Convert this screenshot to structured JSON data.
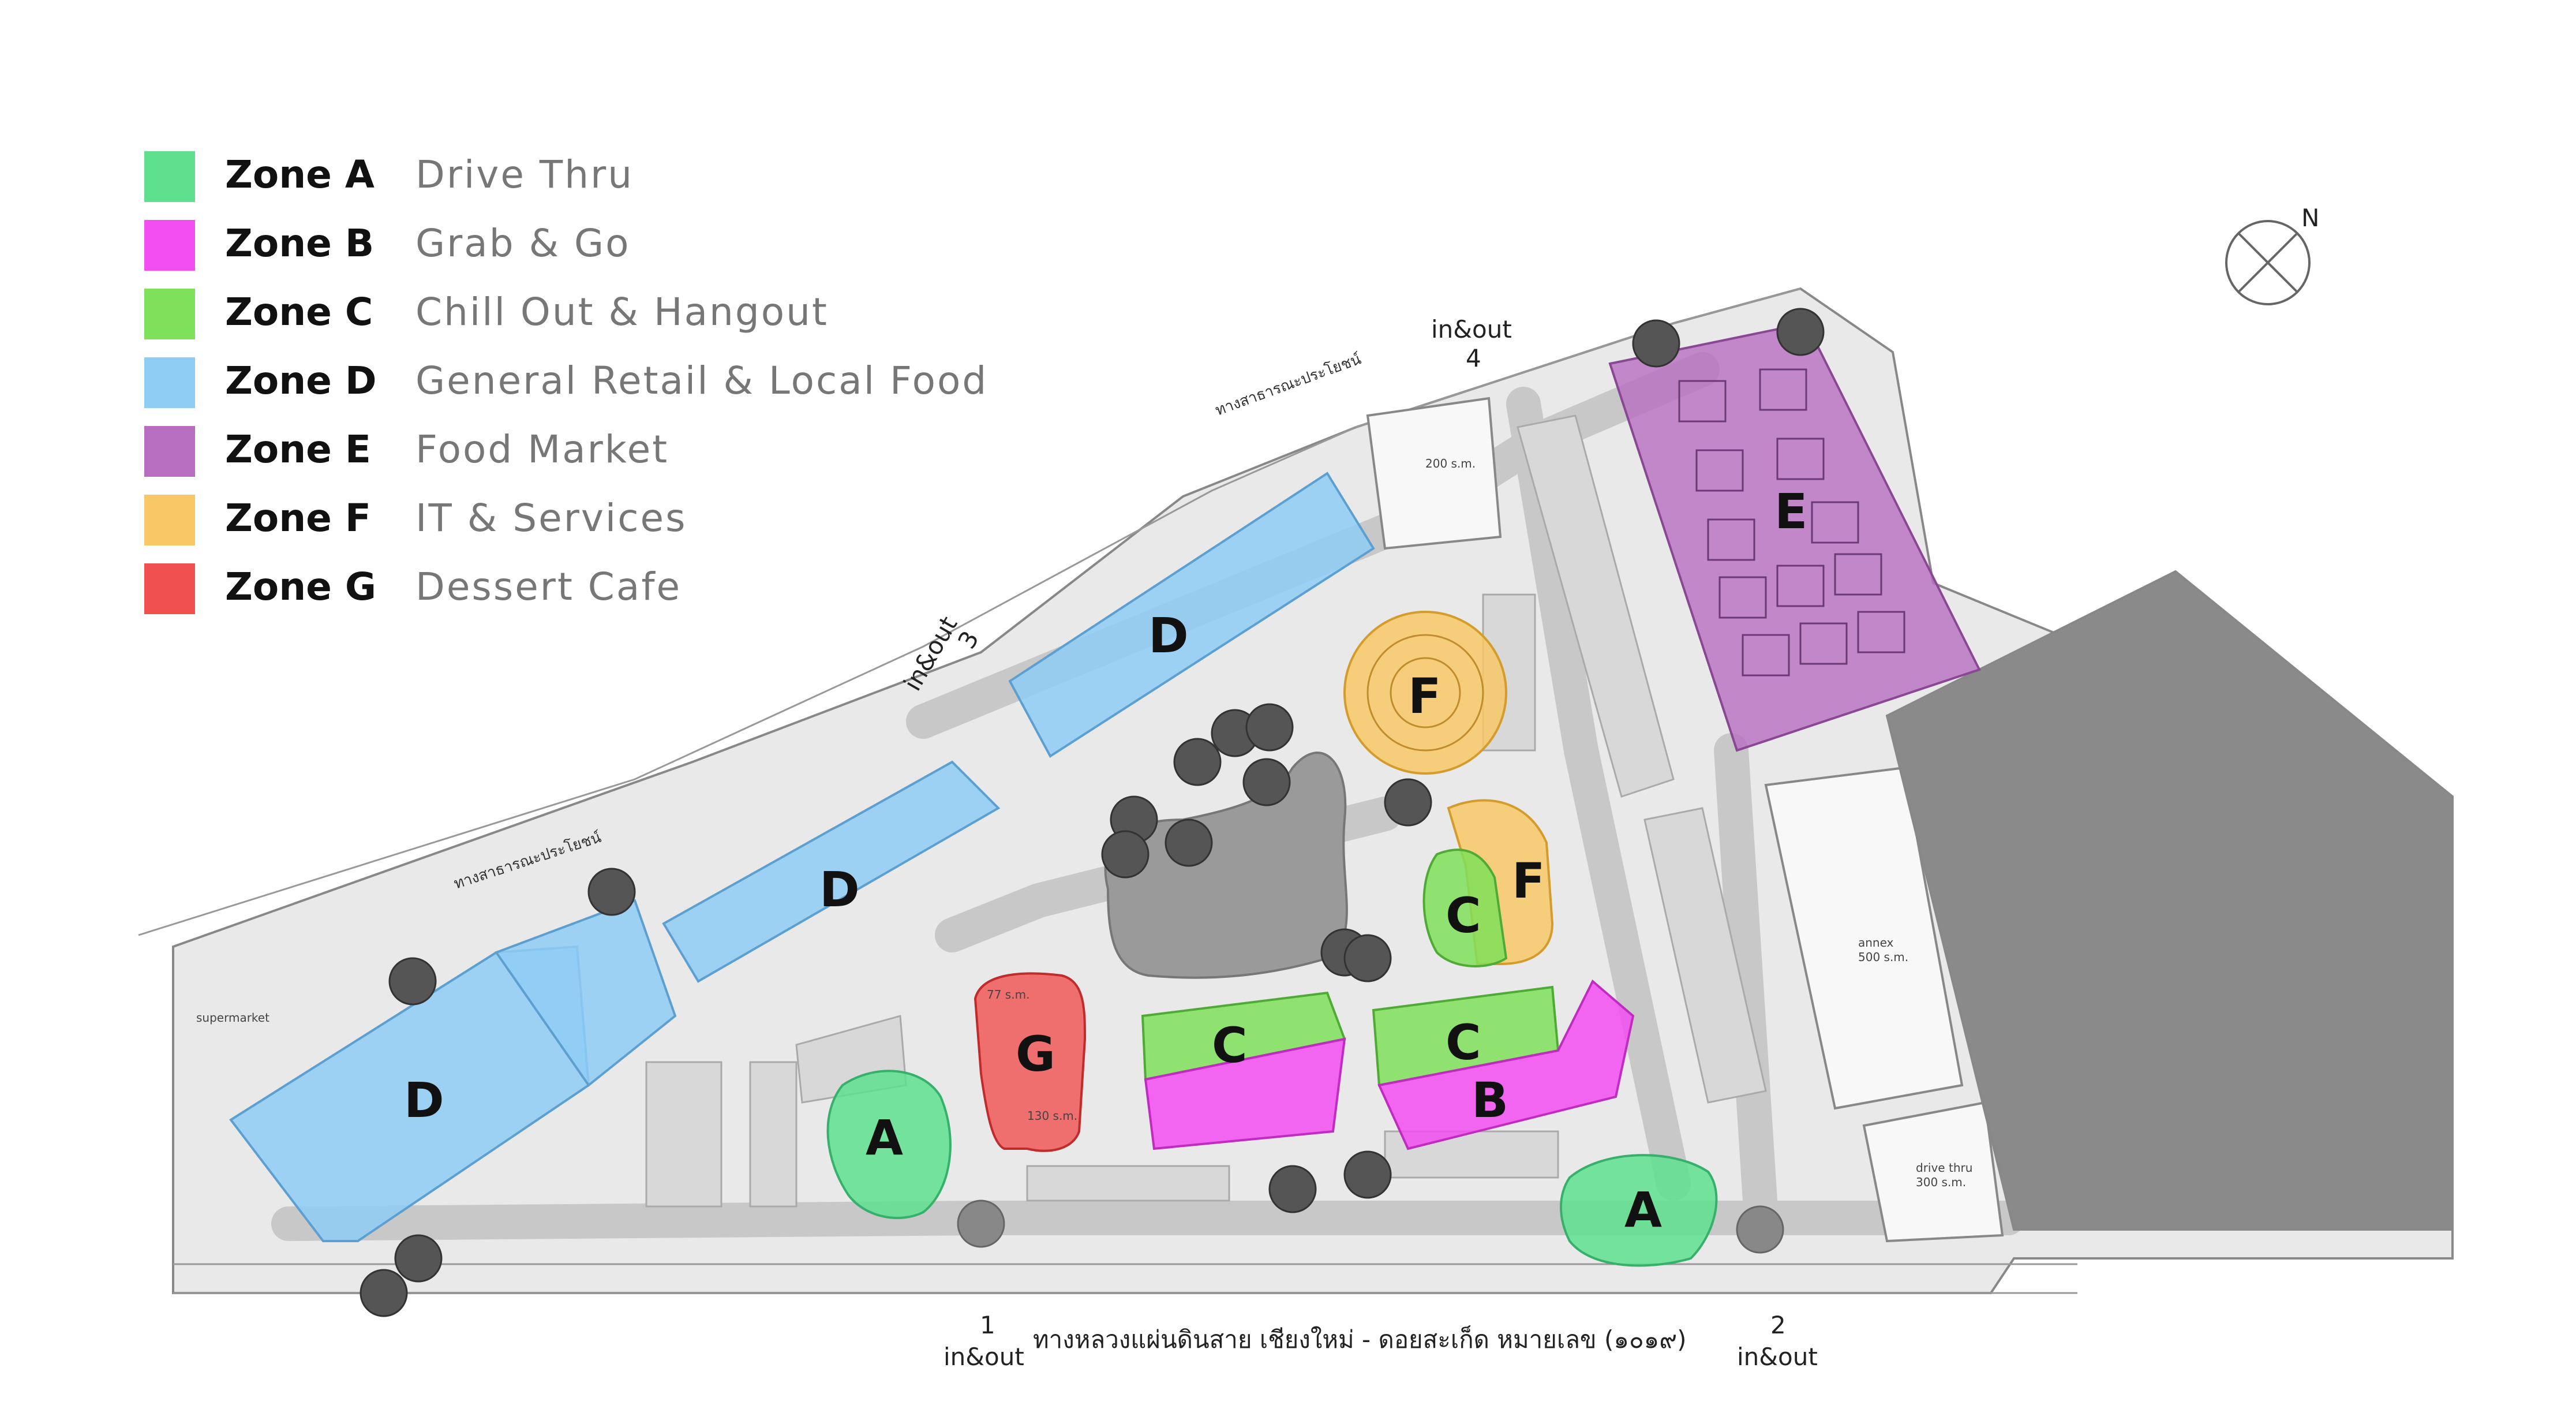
{
  "legend": [
    {
      "zone": "Zone A",
      "label": "Drive Thru",
      "color": "#5ee08f"
    },
    {
      "zone": "Zone B",
      "label": "Grab & Go",
      "color": "#f24ef2"
    },
    {
      "zone": "Zone C",
      "label": "Chill Out & Hangout",
      "color": "#7fe05b"
    },
    {
      "zone": "Zone D",
      "label": "General Retail & Local Food",
      "color": "#8fcdf5"
    },
    {
      "zone": "Zone E",
      "label": "Food Market",
      "color": "#b86ec0"
    },
    {
      "zone": "Zone F",
      "label": "IT & Services",
      "color": "#f8c866"
    },
    {
      "zone": "Zone G",
      "label": "Dessert Cafe",
      "color": "#f05050"
    }
  ],
  "map_labels": {
    "A": "A",
    "B": "B",
    "C": "C",
    "D": "D",
    "E": "E",
    "F": "F",
    "G": "G"
  },
  "entrances": [
    {
      "num": "1",
      "label": "in&out"
    },
    {
      "num": "2",
      "label": "in&out"
    },
    {
      "num": "3",
      "label": "in&out"
    },
    {
      "num": "4",
      "label": "in&out"
    }
  ],
  "roads": {
    "main_road": "ทางหลวงแผ่นดินสาย เชียงใหม่ - ดอยสะเก็ด หมายเลข (๑๐๑๙)",
    "public_road": "ทางสาธารณะประโยชน์"
  },
  "compass": {
    "north": "N"
  },
  "small_labels": {
    "supermarket": "supermarket",
    "annex": "annex",
    "area_annex": "500 s.m.",
    "drive_thru": "drive thru",
    "area_drive_thru": "300 s.m.",
    "area_top": "200 s.m.",
    "area_g1": "77 s.m.",
    "area_g2": "130 s.m."
  }
}
